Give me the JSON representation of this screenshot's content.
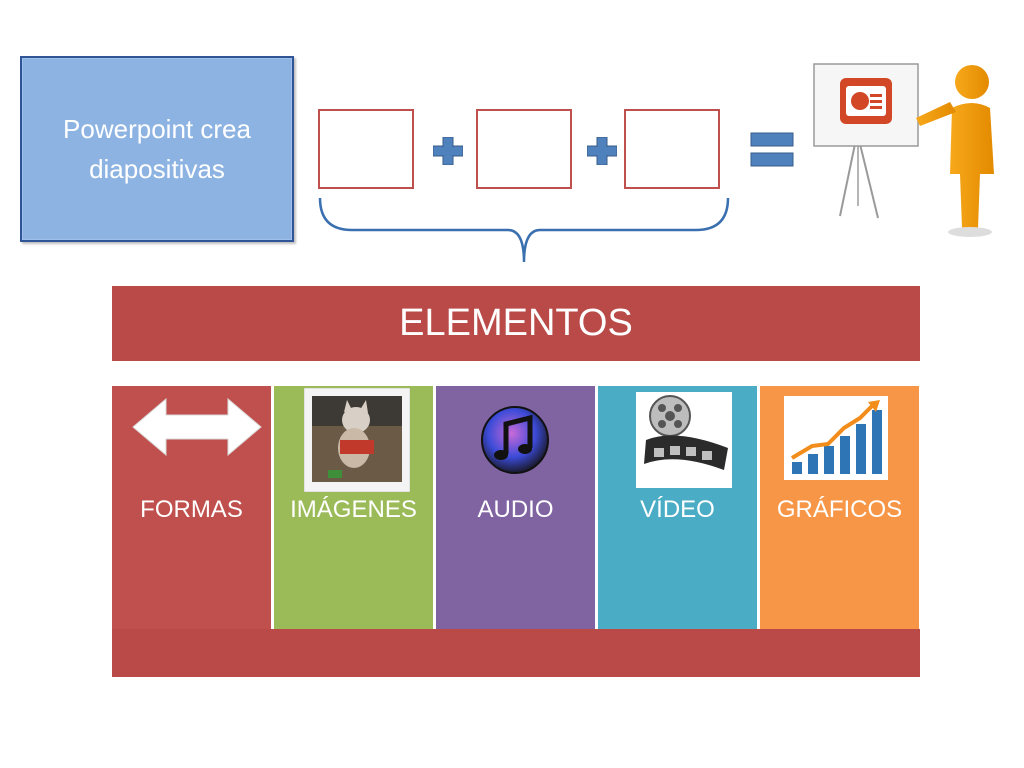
{
  "intro": {
    "text": "Powerpoint crea diapositivas"
  },
  "elements": {
    "title": "ELEMENTOS",
    "columns": [
      {
        "label": "FORMAS",
        "color": "#c0504d",
        "icon": "double-arrow-icon"
      },
      {
        "label": "IMÁGENES",
        "color": "#9bbb59",
        "icon": "cat-photo-icon"
      },
      {
        "label": "AUDIO",
        "color": "#8064a2",
        "icon": "music-note-icon"
      },
      {
        "label": "VÍDEO",
        "color": "#4bacc6",
        "icon": "film-reel-icon"
      },
      {
        "label": "GRÁFICOS",
        "color": "#f79646",
        "icon": "bar-chart-icon"
      }
    ]
  },
  "colors": {
    "band": "#b94a48",
    "intro_fill": "#8db3e2",
    "slot_border": "#c0504d",
    "brace": "#3a6fb0",
    "plus_equals": "#4f81bd"
  }
}
